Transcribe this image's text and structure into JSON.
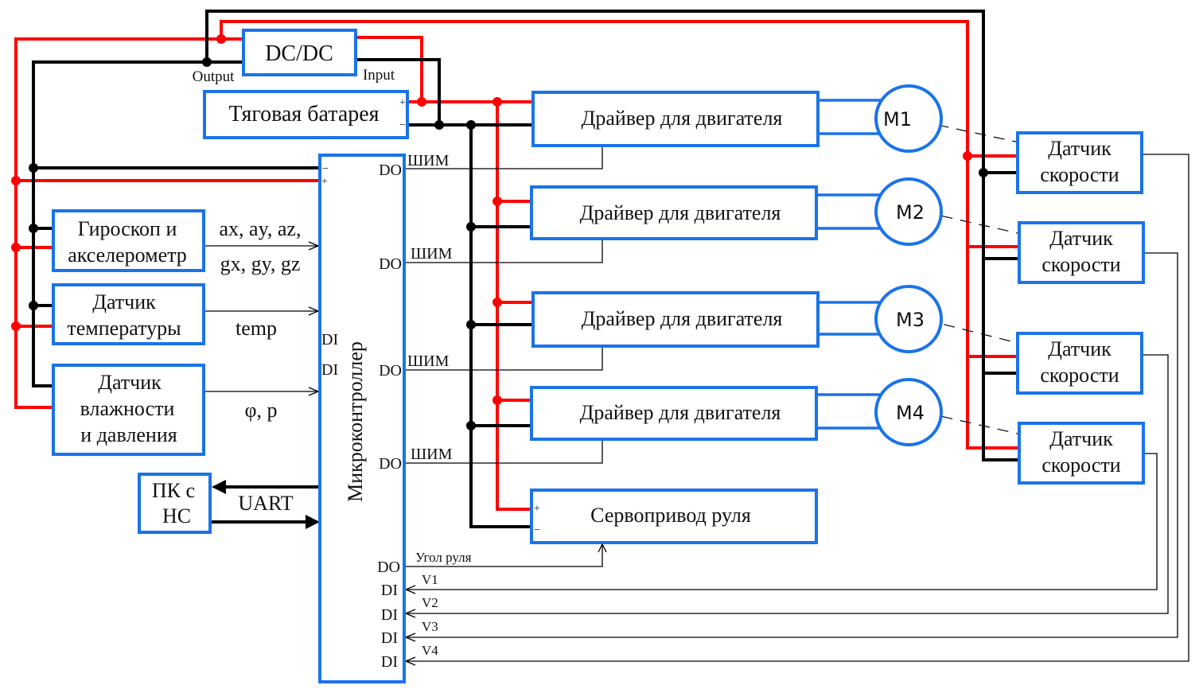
{
  "title": "Структурная схема системы управления",
  "blocks": {
    "dcdc": "DC/DC",
    "dcdc_output": "Output",
    "dcdc_input": "Input",
    "battery": "Тяговая батарея",
    "mcu": "Микроконтроллер",
    "gyro": [
      "Гироскоп и",
      "акселерометр"
    ],
    "temp_sensor": [
      "Датчик",
      "температуры"
    ],
    "humidity_sensor": [
      "Датчик",
      "влажности",
      "и давления"
    ],
    "pc": [
      "ПК с",
      "НС"
    ],
    "drivers": [
      "Драйвер для двигателя",
      "Драйвер для двигателя",
      "Драйвер для двигателя",
      "Драйвер для двигателя"
    ],
    "servo": "Сервопривод руля",
    "motors": [
      "M1",
      "M2",
      "M3",
      "M4"
    ],
    "speed_sensors": [
      [
        "Датчик",
        "скорости"
      ],
      [
        "Датчик",
        "скорости"
      ],
      [
        "Датчик",
        "скорости"
      ],
      [
        "Датчик",
        "скорости"
      ]
    ]
  },
  "signals": {
    "gyro_line1": "ax, ay, az,",
    "gyro_line2": "gx, gy, gz",
    "temp": "temp",
    "humidity": "φ, p",
    "uart": "UART",
    "pwm": "ШИМ",
    "steer_angle": "Угол руля",
    "speeds": [
      "V1",
      "V2",
      "V3",
      "V4"
    ]
  },
  "pins": {
    "do": "DO",
    "di": "DI",
    "plus": "+",
    "minus": "−"
  },
  "colors": {
    "block_border": "#1a73e8",
    "positive_wire": "#ff0000",
    "negative_wire": "#000000"
  }
}
